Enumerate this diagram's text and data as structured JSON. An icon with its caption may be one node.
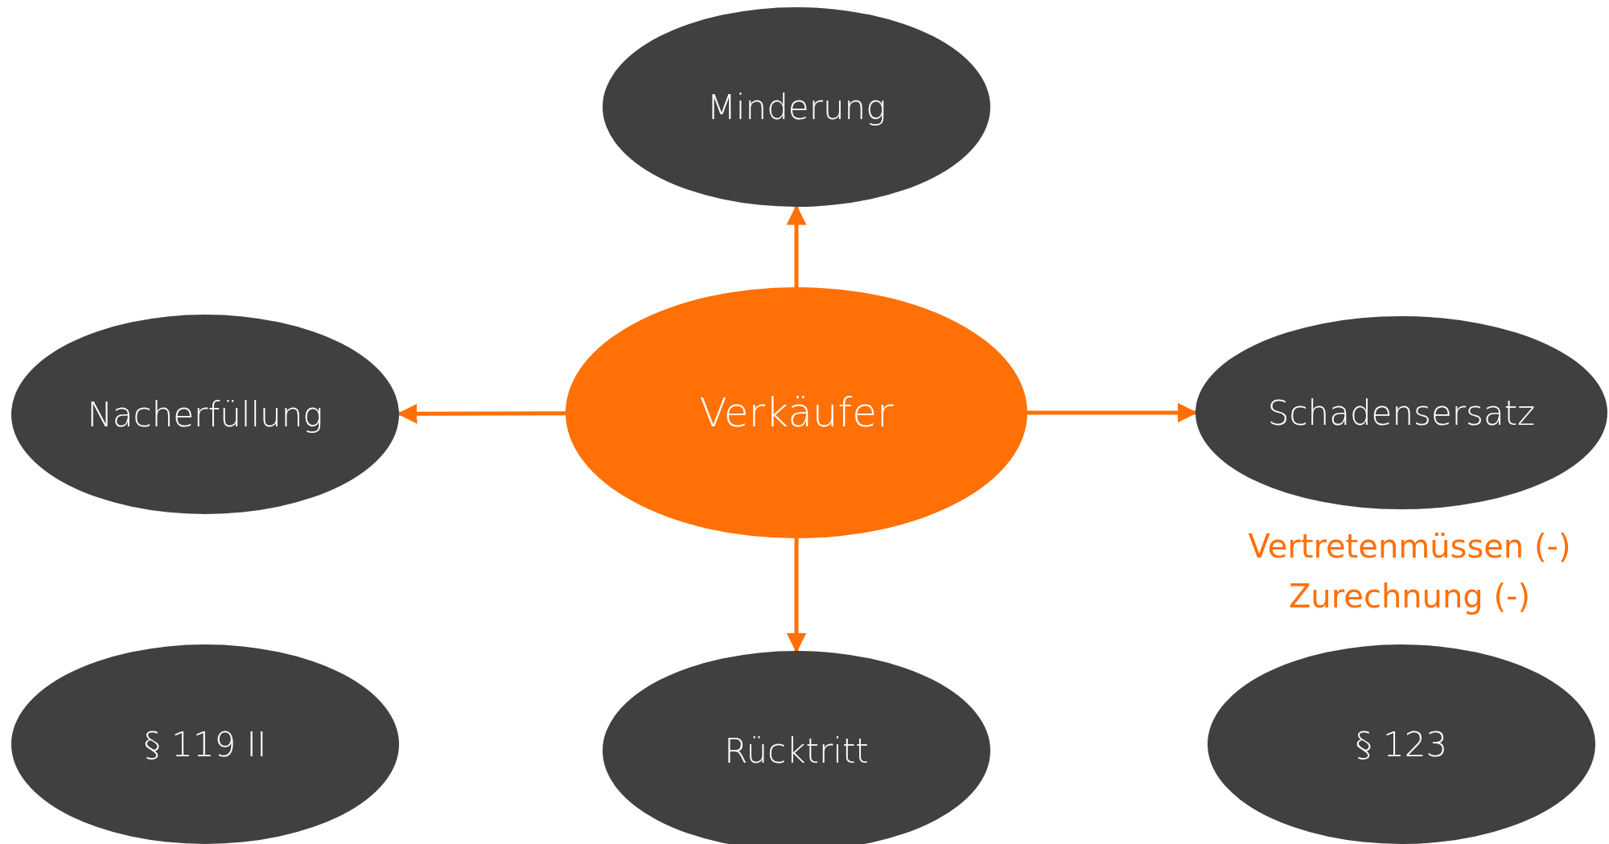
{
  "diagram": {
    "nodes": [
      {
        "text": [
          "Minderung"
        ]
      },
      {
        "text": [
          "Nacherfüllung"
        ]
      },
      {
        "text": [
          "Verkäufer"
        ]
      },
      {
        "text": [
          "Schadensersatz"
        ],
        "beside": [
          "Vertretenmüssen (-)",
          "Zurechnung (-)"
        ]
      },
      {
        "text": [
          "§ 119 II"
        ]
      },
      {
        "text": [
          "Rücktritt"
        ]
      },
      {
        "text": [
          "§ 123"
        ]
      }
    ],
    "edges": [
      {
        "from": 2,
        "to": 0,
        "arrow": "to"
      },
      {
        "from": 2,
        "to": 1,
        "arrow": "to"
      },
      {
        "from": 2,
        "to": 3,
        "arrow": "to"
      },
      {
        "from": 2,
        "to": 5,
        "arrow": "to"
      }
    ]
  }
}
